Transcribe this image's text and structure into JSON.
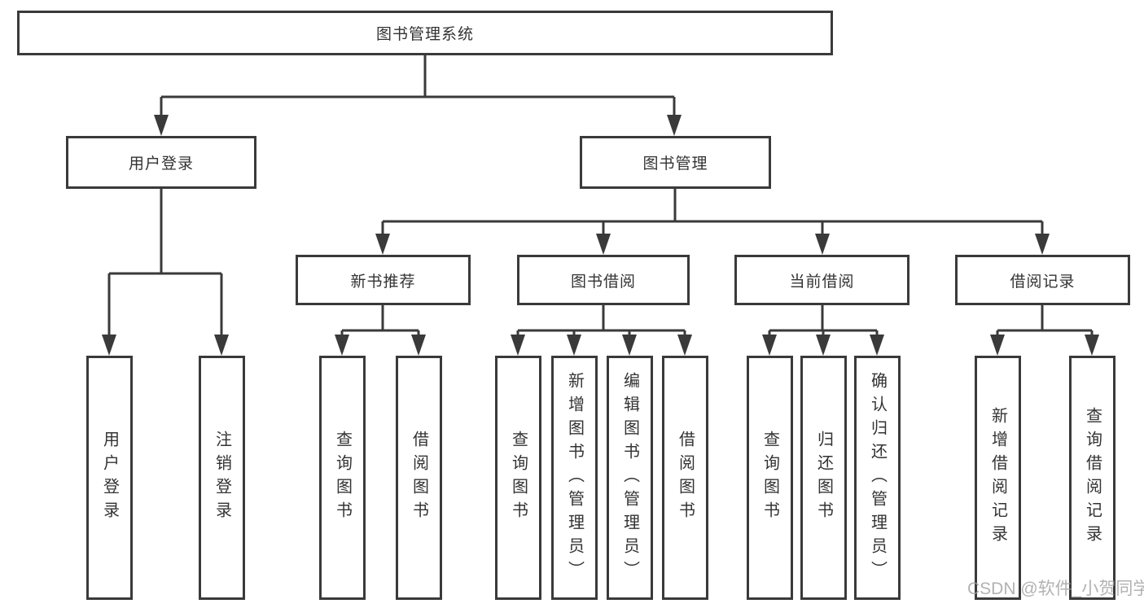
{
  "diagram_title": "图书管理系统",
  "nodes": {
    "root": {
      "label": "图书管理系统"
    },
    "level2": [
      {
        "label": "用户登录"
      },
      {
        "label": "图书管理"
      }
    ],
    "level3": [
      {
        "label": "新书推荐"
      },
      {
        "label": "图书借阅"
      },
      {
        "label": "当前借阅"
      },
      {
        "label": "借阅记录"
      }
    ],
    "leaves": [
      {
        "label": "用户登录"
      },
      {
        "label": "注销登录"
      },
      {
        "label": "查询图书"
      },
      {
        "label": "借阅图书"
      },
      {
        "label": "查询图书"
      },
      {
        "label": "新增图书（管理员）"
      },
      {
        "label": "编辑图书（管理员）"
      },
      {
        "label": "借阅图书"
      },
      {
        "label": "查询图书"
      },
      {
        "label": "归还图书"
      },
      {
        "label": "确认归还（管理员）"
      },
      {
        "label": "新增借阅记录"
      },
      {
        "label": "查询借阅记录"
      }
    ]
  },
  "hierarchy": {
    "图书管理系统": [
      "用户登录",
      "图书管理"
    ],
    "用户登录": [
      "用户登录",
      "注销登录"
    ],
    "图书管理": [
      "新书推荐",
      "图书借阅",
      "当前借阅",
      "借阅记录"
    ],
    "新书推荐": [
      "查询图书",
      "借阅图书"
    ],
    "图书借阅": [
      "查询图书",
      "新增图书（管理员）",
      "编辑图书（管理员）",
      "借阅图书"
    ],
    "当前借阅": [
      "查询图书",
      "归还图书",
      "确认归还（管理员）"
    ],
    "借阅记录": [
      "新增借阅记录",
      "查询借阅记录"
    ]
  },
  "watermark": "CSDN @软件_小贺同学",
  "colors": {
    "line": "#3a3a3a",
    "text": "#333333",
    "background": "#ffffff",
    "watermark": "#a0a0a0"
  }
}
